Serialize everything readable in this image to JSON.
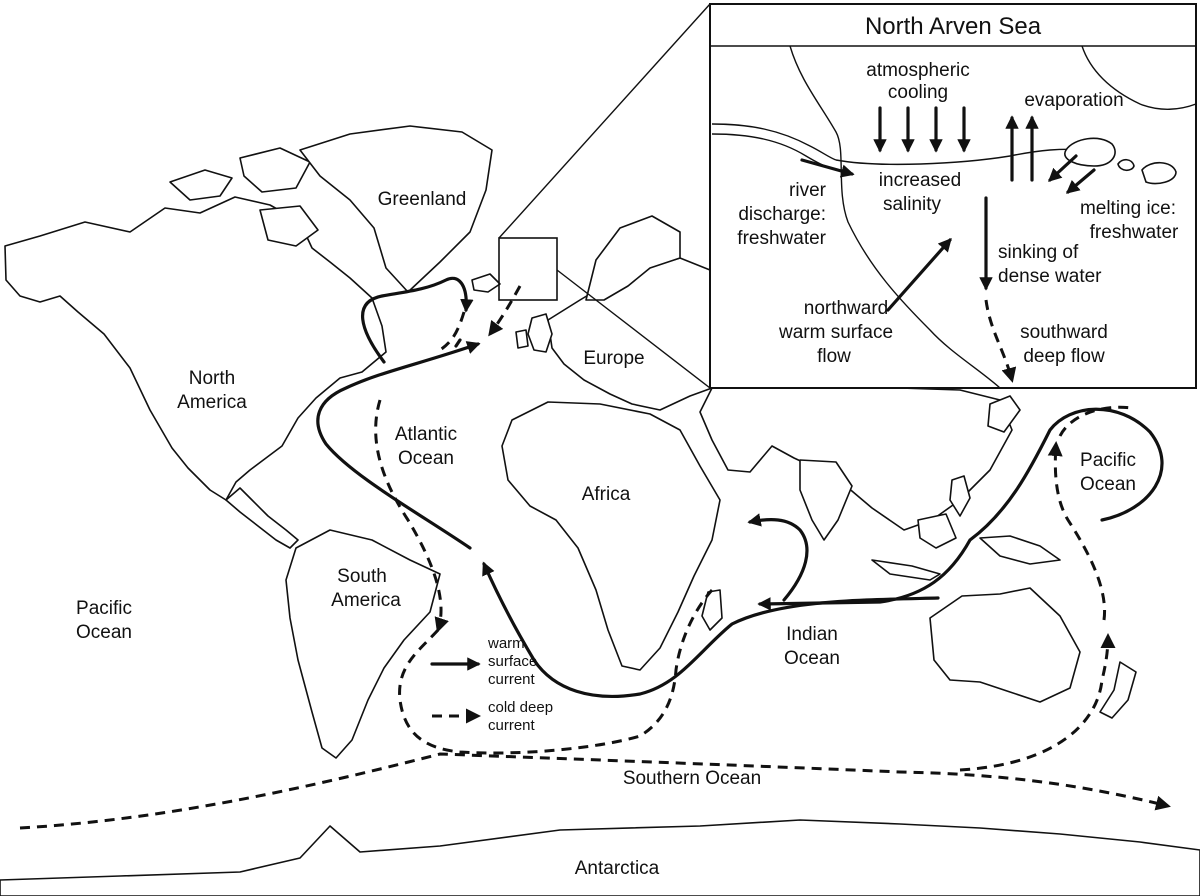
{
  "labels": {
    "greenland": "Greenland",
    "north_america_1": "North",
    "north_america_2": "America",
    "south_america_1": "South",
    "south_america_2": "America",
    "europe": "Europe",
    "africa": "Africa",
    "antarctica": "Antarctica",
    "atlantic_1": "Atlantic",
    "atlantic_2": "Ocean",
    "pacific_west_1": "Pacific",
    "pacific_west_2": "Ocean",
    "pacific_east_1": "Pacific",
    "pacific_east_2": "Ocean",
    "indian_1": "Indian",
    "indian_2": "Ocean",
    "southern": "Southern Ocean"
  },
  "legend": {
    "warm_1": "warm",
    "warm_2": "surface",
    "warm_3": "current",
    "cold_1": "cold deep",
    "cold_2": "current"
  },
  "inset": {
    "title": "North Arven Sea",
    "atmospheric_1": "atmospheric",
    "atmospheric_2": "cooling",
    "evaporation": "evaporation",
    "river_1": "river",
    "river_2": "discharge:",
    "river_3": "freshwater",
    "salinity_1": "increased",
    "salinity_2": "salinity",
    "ice_1": "melting ice:",
    "ice_2": "freshwater",
    "sinking_1": "sinking of",
    "sinking_2": "dense water",
    "northward_1": "northward",
    "northward_2": "warm surface",
    "northward_3": "flow",
    "southward_1": "southward",
    "southward_2": "deep flow"
  }
}
